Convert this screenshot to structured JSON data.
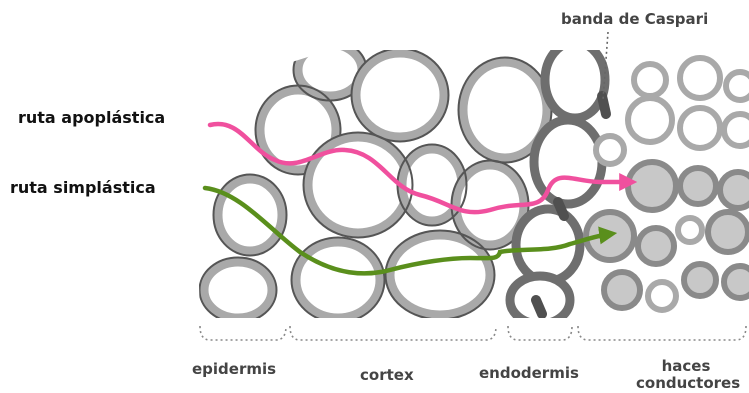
{
  "labels": {
    "caspari": "banda de Caspari",
    "apoplastic": "ruta apoplástica",
    "symplastic": "ruta simplástica",
    "epidermis": "epidermis",
    "cortex": "cortex",
    "endodermis": "endodermis",
    "vascular_line1": "haces",
    "vascular_line2": "conductores"
  },
  "colors": {
    "apoplastic": "#f0509e",
    "symplastic": "#5a8f1c",
    "cell_wall": "#a9a9a9",
    "endodermis_wall": "#6e6e6e",
    "vascular_fill": "#c8c8c8",
    "caspari_band": "#505050"
  }
}
